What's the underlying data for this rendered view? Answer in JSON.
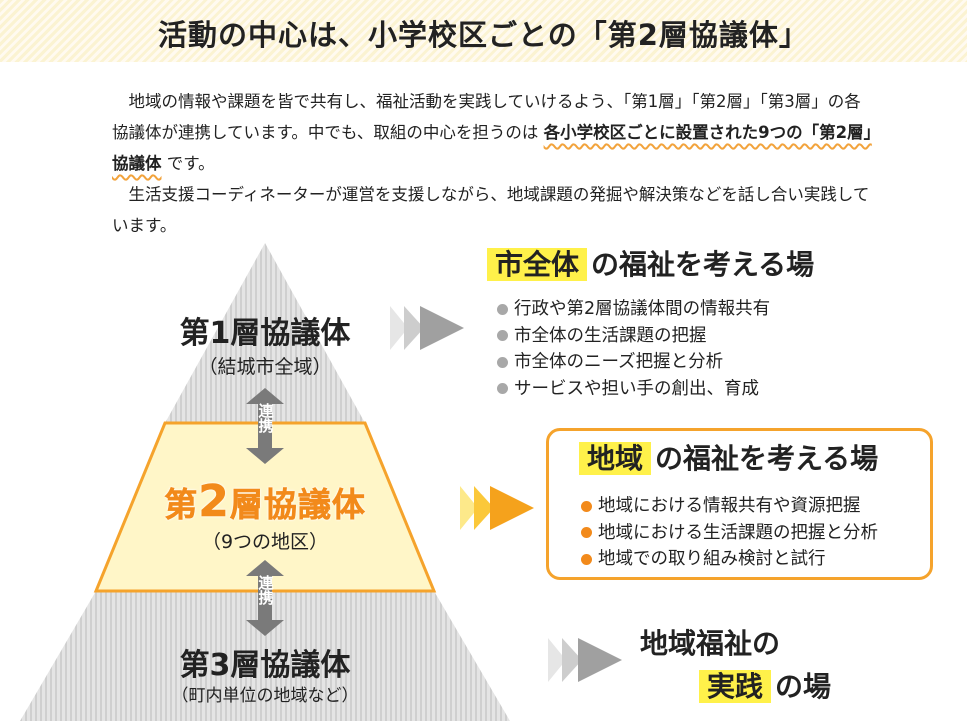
{
  "title": "活動の中心は、小学校区ごとの「第2層協議体」",
  "intro": {
    "p1_a": "地域の情報や課題を皆で共有し、福祉活動を実践していけるよう、「第1層」「第2層」「第3層」の各協議体が連携しています。中でも、取組の中心を担うのは ",
    "p1_emphasis": "各小学校区ごとに設置された9つの「第2層」協議体",
    "p1_b": " です。",
    "p2": "生活支援コーディネーターが運営を支援しながら、地域課題の発掘や解決策などを話し合い実践しています。"
  },
  "pyramid": {
    "layer1": {
      "name": "第1層協議体",
      "sub": "（結城市全域）"
    },
    "layer2": {
      "name_pre": "第",
      "name_num": "2",
      "name_post": "層協議体",
      "sub": "（9つの地区）"
    },
    "layer3": {
      "name": "第3層協議体",
      "sub": "（町内単位の地域など）"
    },
    "link_label_1": "連携",
    "link_label_2": "連携"
  },
  "section1": {
    "highlight": "市全体",
    "heading_rest": "の福祉を考える場",
    "items": [
      "行政や第2層協議体間の情報共有",
      "市全体の生活課題の把握",
      "市全体のニーズ把握と分析",
      "サービスや担い手の創出、育成"
    ]
  },
  "section2": {
    "highlight": "地域",
    "heading_rest": "の福祉を考える場",
    "items": [
      "地域における情報共有や資源把握",
      "地域における生活課題の把握と分析",
      "地域での取り組み検討と試行"
    ]
  },
  "section3": {
    "line1": "地域福祉の",
    "highlight": "実践",
    "line2_rest": "の場"
  },
  "colors": {
    "accent_orange": "#f28a1b",
    "highlight_yellow": "#fff14a",
    "layer2_fill": "#fff6c8",
    "box_border": "#f5a32c",
    "gray_arrow": "#a0a0a0"
  }
}
